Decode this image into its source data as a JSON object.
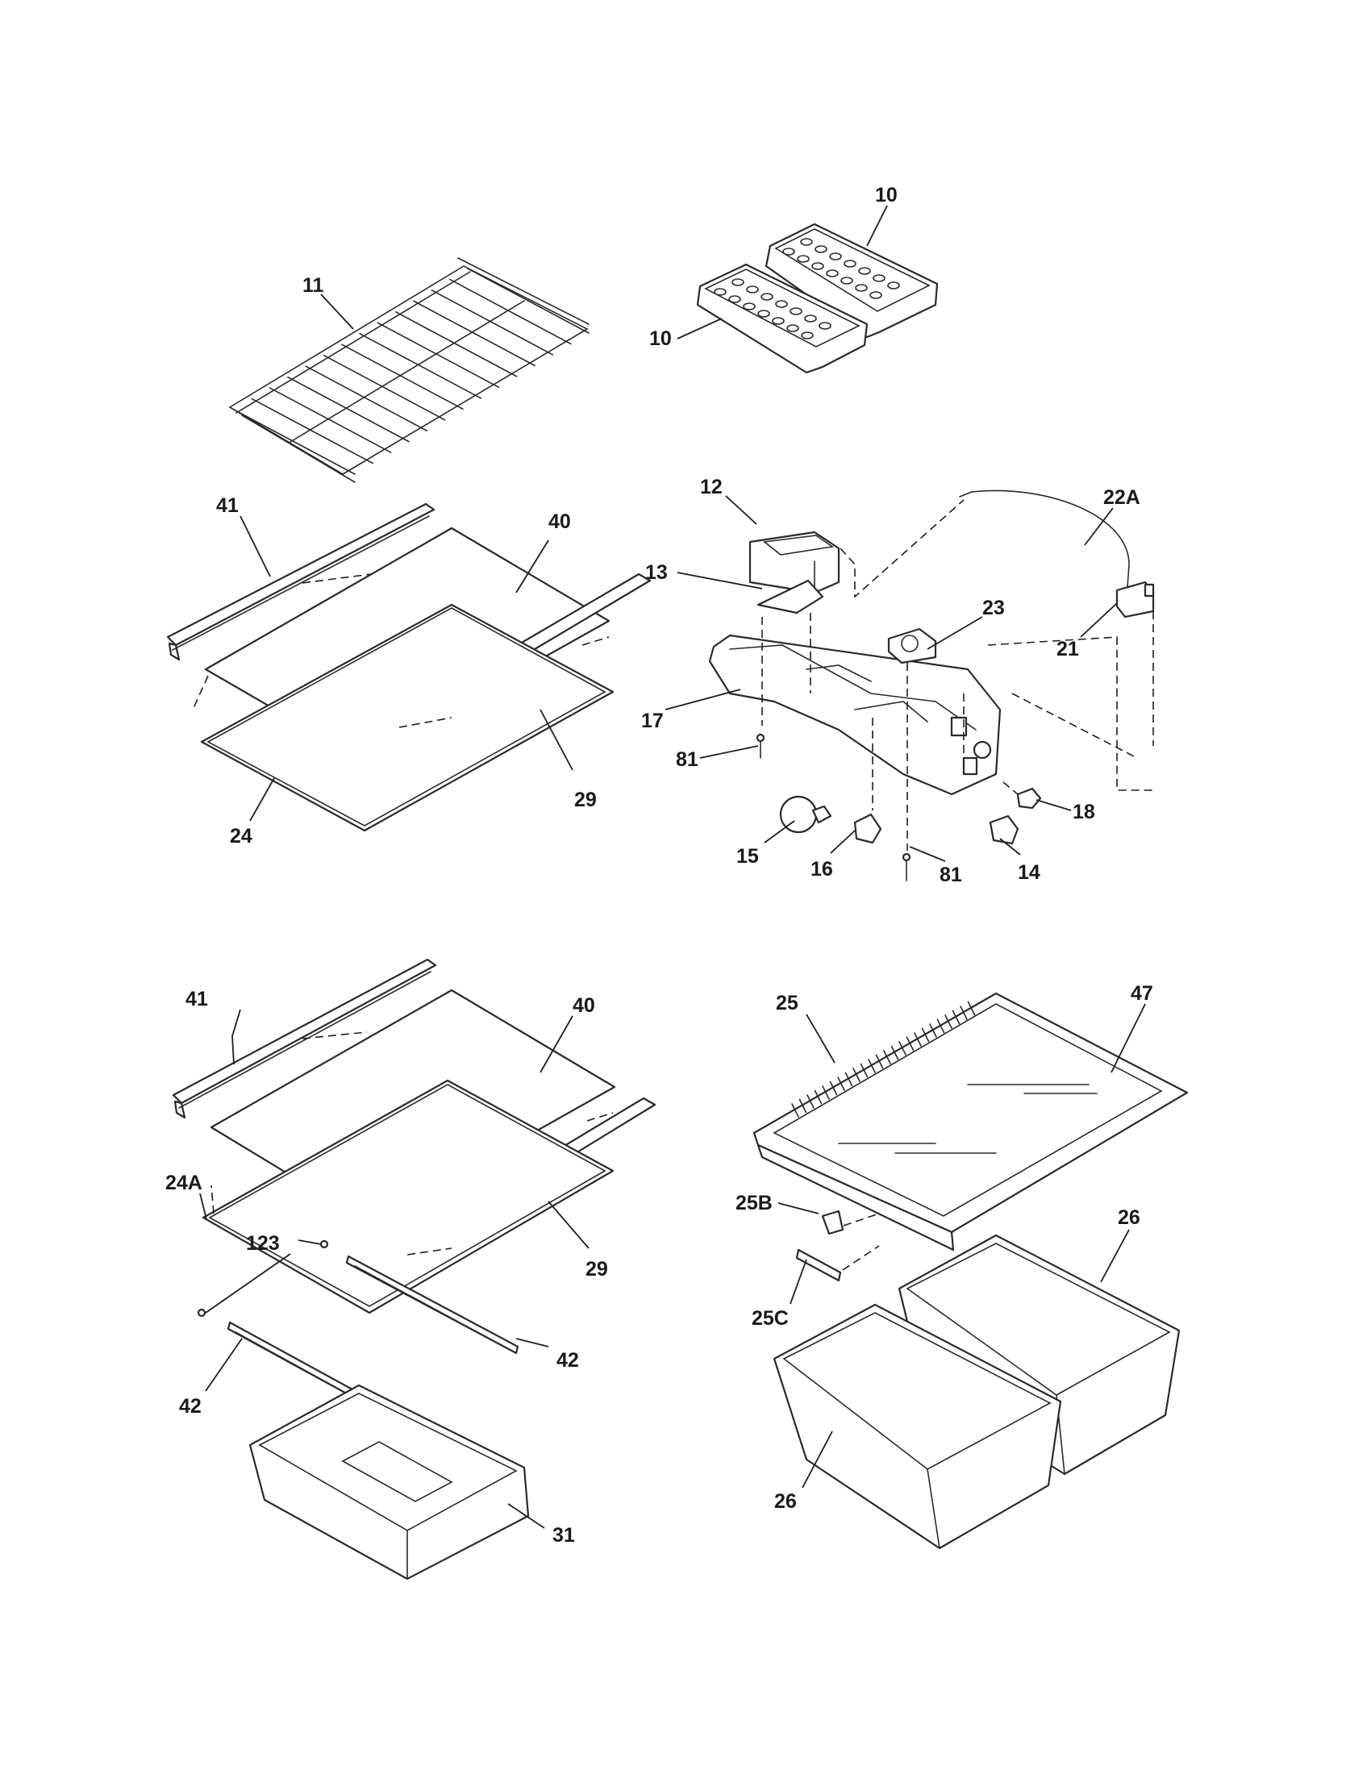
{
  "callouts": {
    "c_10_top": "10",
    "c_10_bottom": "10",
    "c_11": "11",
    "c_12": "12",
    "c_13": "13",
    "c_14": "14",
    "c_15": "15",
    "c_16": "16",
    "c_17": "17",
    "c_18": "18",
    "c_21": "21",
    "c_22a": "22A",
    "c_23": "23",
    "c_24": "24",
    "c_29_top": "29",
    "c_40_top": "40",
    "c_41_top": "41",
    "c_81_left": "81",
    "c_81_right": "81",
    "c_41_bottom": "41",
    "c_40_bottom": "40",
    "c_24a": "24A",
    "c_123": "123",
    "c_29_bottom": "29",
    "c_42_right": "42",
    "c_42_left": "42",
    "c_31": "31",
    "c_25": "25",
    "c_47": "47",
    "c_25b": "25B",
    "c_25c": "25C",
    "c_26_top": "26",
    "c_26_bottom": "26"
  }
}
